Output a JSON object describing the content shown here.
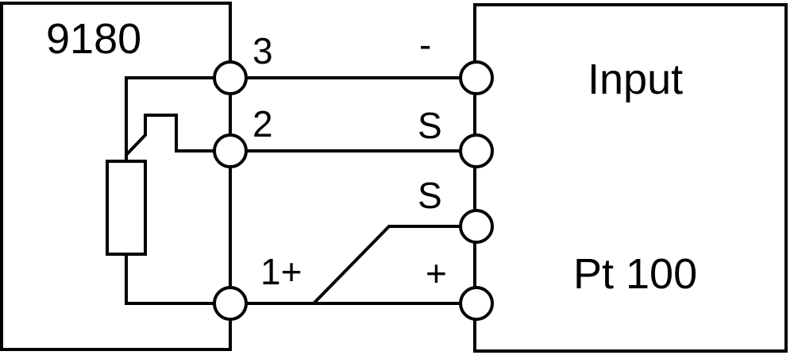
{
  "left_device": {
    "title": "9180"
  },
  "right_device": {
    "title": "Input",
    "subtitle": "Pt 100"
  },
  "left_terminals": {
    "t3": "3",
    "t2": "2",
    "t1": "1+"
  },
  "right_terminals": {
    "minus": "-",
    "s_upper": "S",
    "s_lower": "S",
    "plus": "+"
  },
  "colors": {
    "line": "#000000",
    "background": "#ffffff"
  }
}
